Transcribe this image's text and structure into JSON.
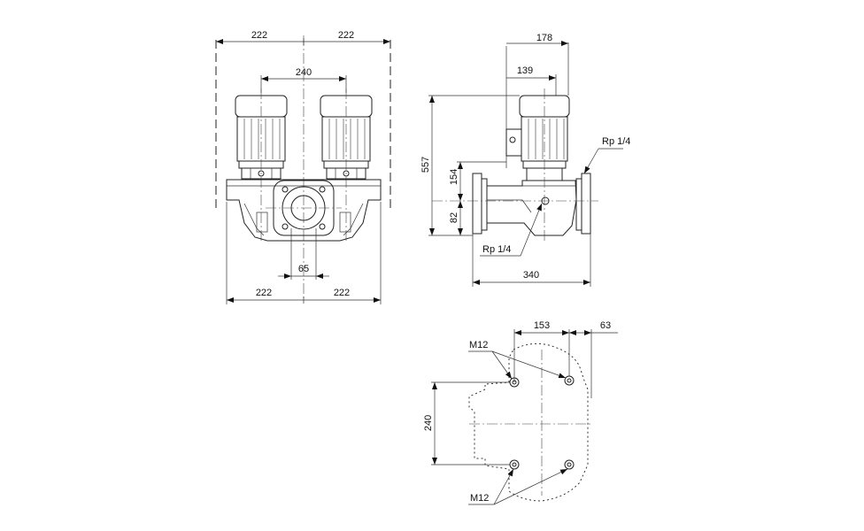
{
  "dimensions": {
    "front_top_left_width": "222",
    "front_top_right_width": "222",
    "front_motor_spacing": "240",
    "front_port_diameter": "65",
    "front_bottom_left_width": "222",
    "front_bottom_right_width": "222",
    "side_width_178": "178",
    "side_width_139": "139",
    "side_total_height": "557",
    "side_height_154": "154",
    "side_height_82": "82",
    "side_flange_length": "340",
    "base_hole_spacing_x": "153",
    "base_offset_63": "63",
    "base_hole_spacing_y": "240"
  },
  "labels": {
    "rp_top": "Rp 1/4",
    "rp_bottom": "Rp 1/4",
    "m12_top": "M12",
    "m12_bottom": "M12"
  }
}
